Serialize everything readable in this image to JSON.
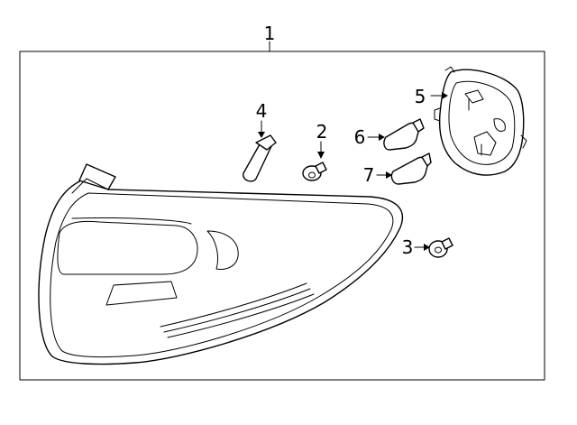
{
  "callouts": {
    "assembly": "1",
    "screw": "2",
    "bolt": "3",
    "socket": "4",
    "housing": "5",
    "bulb_upper": "6",
    "bulb_lower": "7"
  }
}
